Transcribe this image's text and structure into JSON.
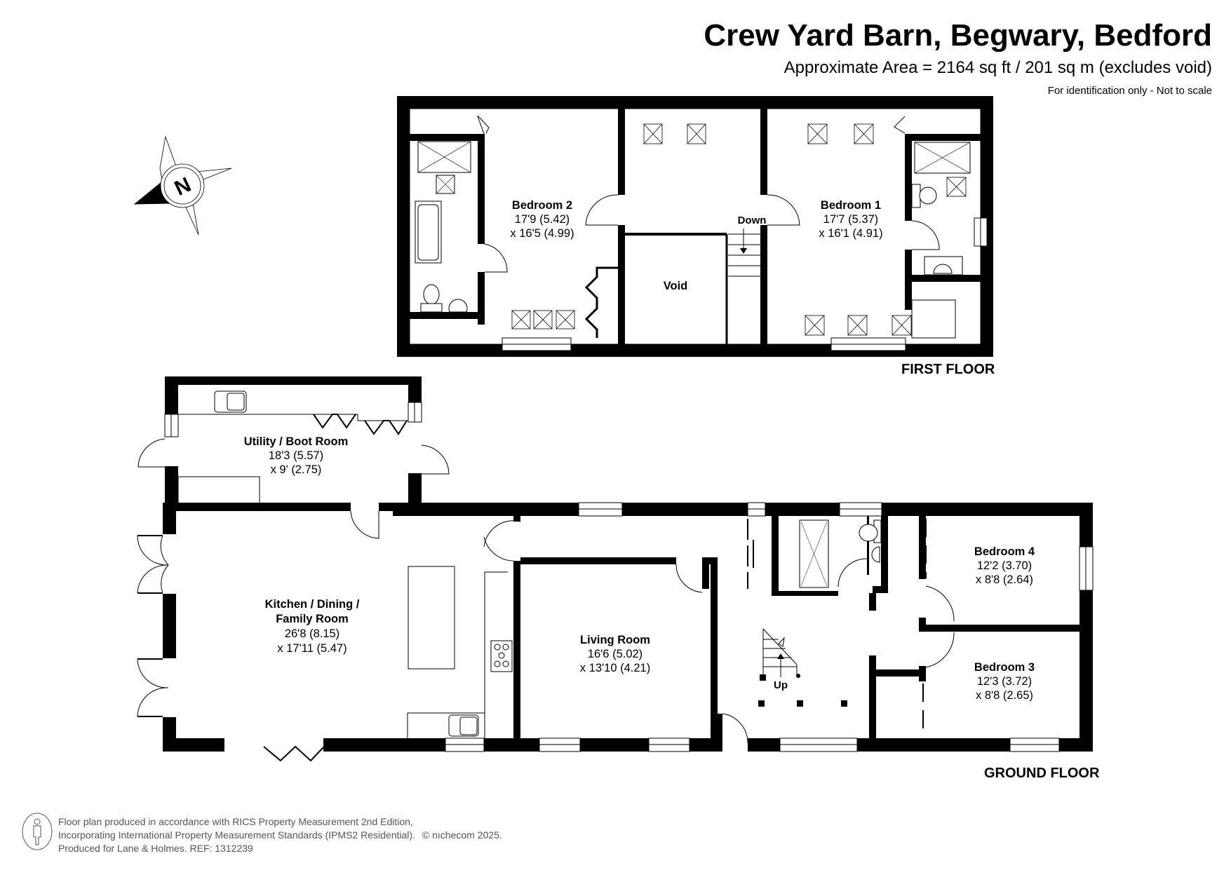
{
  "header": {
    "title": "Crew Yard Barn, Begwary, Bedford",
    "area": "Approximate Area = 2164 sq ft / 201 sq m (excludes void)",
    "note": "For identification only - Not to scale"
  },
  "compass": {
    "icon": "north-arrow-icon",
    "letter": "N"
  },
  "first_floor": {
    "label": "FIRST FLOOR",
    "rooms": [
      {
        "name": "Bedroom 2",
        "dim1": "17'9 (5.42)",
        "dim2": "x 16'5 (4.99)"
      },
      {
        "name": "Bedroom 1",
        "dim1": "17'7 (5.37)",
        "dim2": "x 16'1 (4.91)"
      },
      {
        "name": "Void"
      }
    ],
    "stairs_label": "Down"
  },
  "ground_floor": {
    "label": "GROUND FLOOR",
    "rooms": [
      {
        "name": "Utility / Boot Room",
        "dim1": "18'3 (5.57)",
        "dim2": "x 9' (2.75)"
      },
      {
        "name": "Kitchen / Dining /",
        "name2": "Family Room",
        "dim1": "26'8 (8.15)",
        "dim2": "x 17'11 (5.47)"
      },
      {
        "name": "Living Room",
        "dim1": "16'6 (5.02)",
        "dim2": "x 13'10 (4.21)"
      },
      {
        "name": "Bedroom 4",
        "dim1": "12'2 (3.70)",
        "dim2": "x 8'8 (2.64)"
      },
      {
        "name": "Bedroom 3",
        "dim1": "12'3 (3.72)",
        "dim2": "x 8'8 (2.65)"
      }
    ],
    "stairs_label": "Up"
  },
  "footer": {
    "line1": "Floor plan produced in accordance with RICS Property Measurement 2nd Edition,",
    "line2": "Incorporating International Property Measurement Standards (IPMS2 Residential).",
    "copyright": "© nıchecom 2025.",
    "line3": "Produced for Lane & Holmes.   REF:  1312239",
    "icon": "person-icon"
  },
  "colors": {
    "wall": "#000000",
    "background": "#ffffff",
    "footer_text": "#555555"
  }
}
